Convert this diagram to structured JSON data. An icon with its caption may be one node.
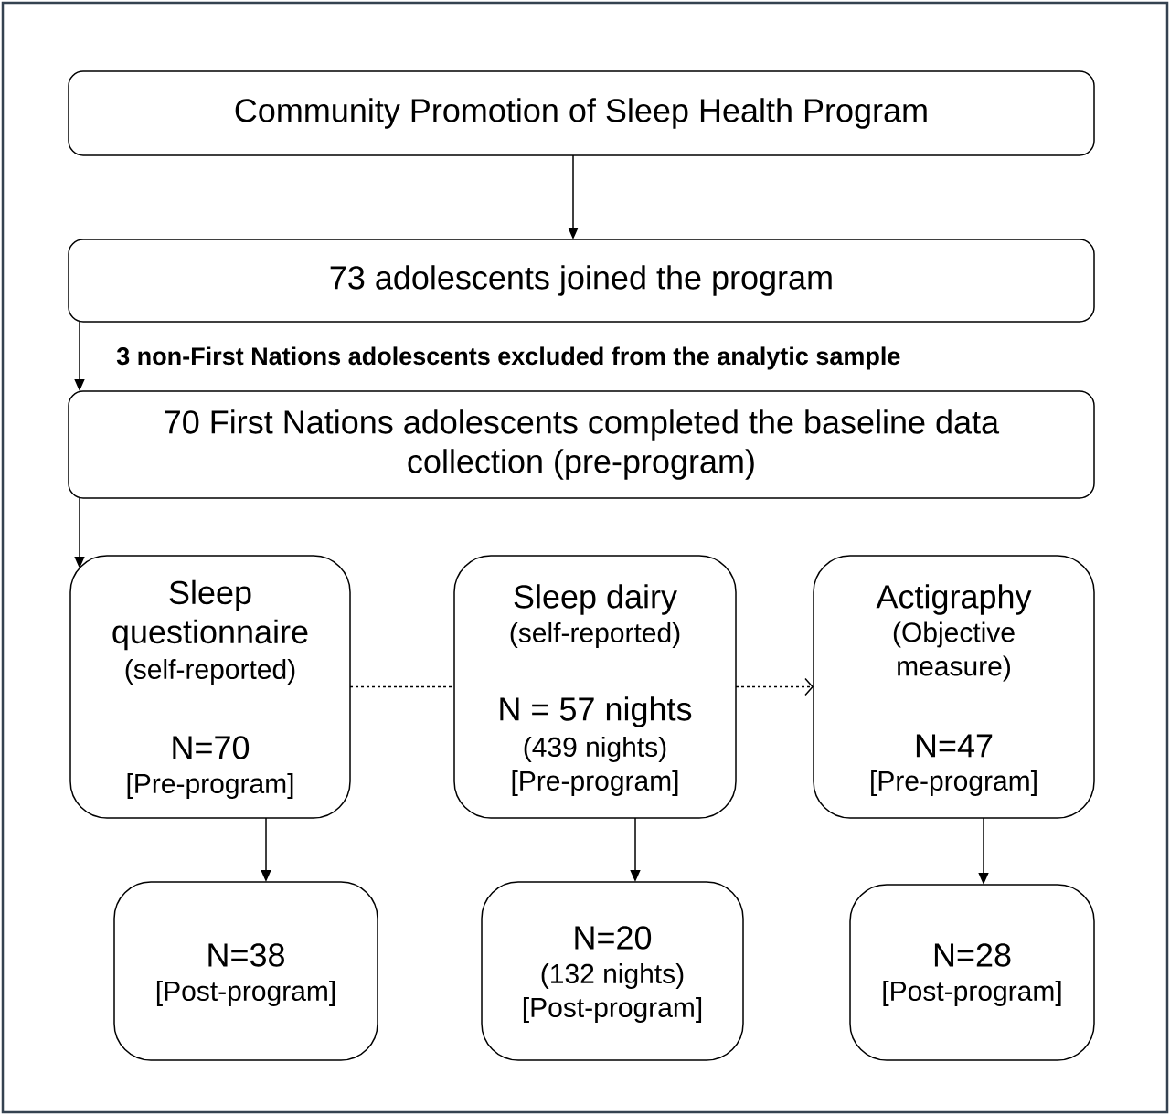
{
  "diagram": {
    "nodes": [
      {
        "text": [
          "Community Promotion of Sleep Health Program"
        ]
      },
      {
        "text": [
          "73 adolescents joined the program"
        ]
      },
      {
        "text": [
          "70 First Nations adolescents completed the baseline data collection (pre-program)"
        ]
      },
      {
        "text": [
          "Sleep questionnaire",
          "(self-reported)",
          "N=70",
          "[Pre-program]"
        ]
      },
      {
        "text": [
          "Sleep dairy",
          "(self-reported)",
          "N = 57 nights",
          "(439 nights)",
          "[Pre-program]"
        ]
      },
      {
        "text": [
          "Actigraphy",
          "(Objective measure)",
          "N=47",
          "[Pre-program]"
        ]
      },
      {
        "text": [
          "N=38",
          "[Post-program]"
        ]
      },
      {
        "text": [
          "N=20",
          "(132 nights)",
          "[Post-program]"
        ]
      },
      {
        "text": [
          "N=28",
          "[Post-program]"
        ]
      }
    ],
    "edges": [
      {
        "from": 0,
        "to": 1,
        "arrow": "to"
      },
      {
        "from": 1,
        "to": 2,
        "arrow": "to",
        "label": "3 non-First Nations adolescents excluded from the analytic sample"
      },
      {
        "from": 2,
        "to": 3,
        "arrow": "to"
      },
      {
        "from": 3,
        "to": 4,
        "arrow": "none",
        "style": "dashed"
      },
      {
        "from": 4,
        "to": 5,
        "arrow": "to",
        "style": "dashed"
      },
      {
        "from": 3,
        "to": 6,
        "arrow": "to"
      },
      {
        "from": 4,
        "to": 7,
        "arrow": "to"
      },
      {
        "from": 5,
        "to": 8,
        "arrow": "to"
      }
    ]
  }
}
